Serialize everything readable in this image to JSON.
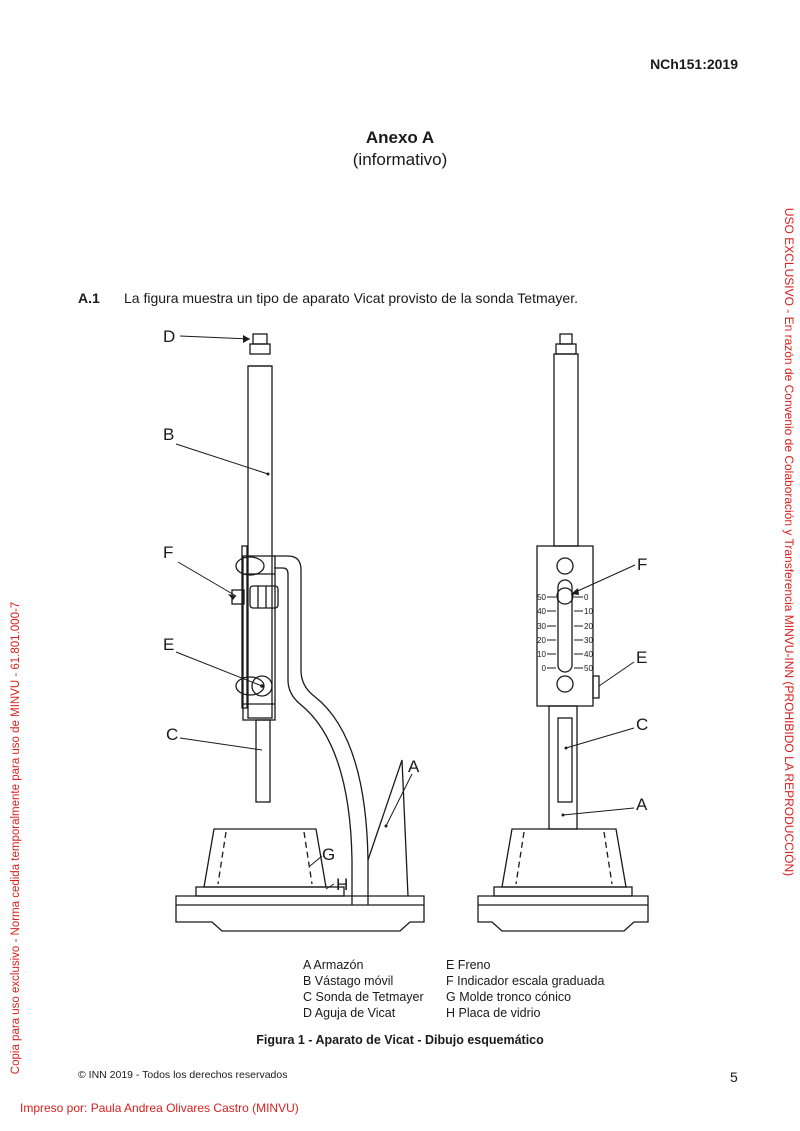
{
  "header": {
    "standard_code": "NCh151:2019"
  },
  "annex": {
    "title": "Anexo A",
    "subtitle": "(informativo)"
  },
  "section": {
    "number": "A.1",
    "text": "La figura muestra un tipo de aparato Vicat provisto de la sonda Tetmayer."
  },
  "figure": {
    "labels": {
      "a": "A",
      "b": "B",
      "c": "C",
      "d": "D",
      "e": "E",
      "f": "F",
      "g": "G",
      "h": "H"
    },
    "scale_left": [
      "50",
      "40",
      "30",
      "20",
      "10",
      "0"
    ],
    "scale_right": [
      "0",
      "10",
      "20",
      "30",
      "40",
      "50"
    ],
    "legend_left": [
      "A  Armazón",
      "B  Vástago móvil",
      "C  Sonda de Tetmayer",
      "D  Aguja de Vicat"
    ],
    "legend_right": [
      "E  Freno",
      "F  Indicador escala graduada",
      "G  Molde tronco cónico",
      "H  Placa de vidrio"
    ],
    "caption": "Figura 1 - Aparato de Vicat - Dibujo esquemático"
  },
  "footer": {
    "copyright": "© INN 2019 - Todos los derechos reservados",
    "page_number": "5",
    "printed_by": "Impreso por: Paula Andrea Olivares Castro (MINVU)"
  },
  "watermarks": {
    "left": "Copia para uso exclusivo - Norma cedida temporalmente para uso de MINVU - 61.801.000-7",
    "right": "USO EXCLUSIVO - En razón de Convenio de Colaboración y Transferencia MINVU-INN (PROHIBIDO LA REPRODUCCIÓN)"
  },
  "colors": {
    "text": "#1a1a1a",
    "watermark": "#d9201f"
  }
}
